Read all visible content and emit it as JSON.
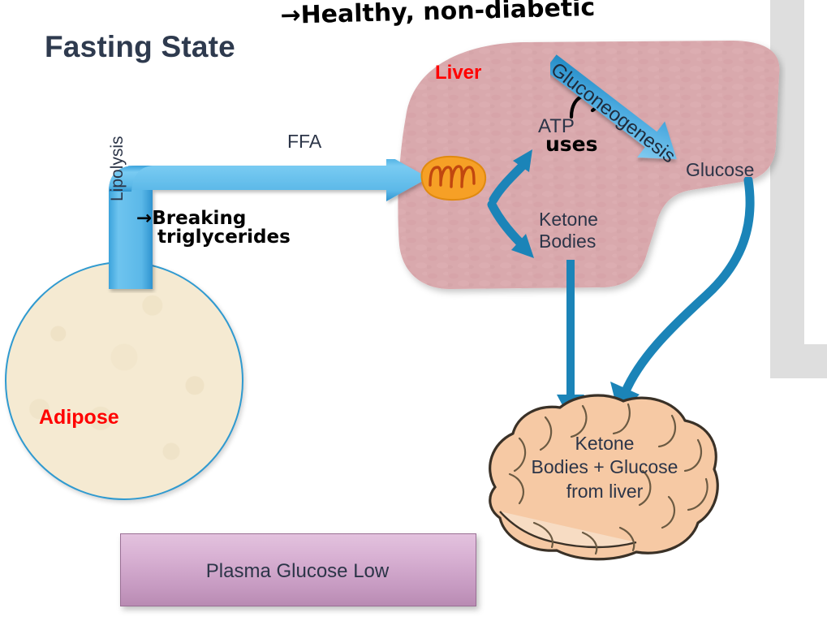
{
  "slide": {
    "title": "Fasting State"
  },
  "annotations": {
    "healthy_note": "→Healthy, non-diabetic",
    "breaking_note_line1": "→Breaking",
    "breaking_note_line2": "triglycerides",
    "atp_note": "uses"
  },
  "organs": {
    "liver_label": "Liver",
    "adipose_label": "Adipose",
    "brain_text_line1": "Ketone",
    "brain_text_line2": "Bodies + Glucose",
    "brain_text_line3": "from liver"
  },
  "metabolites": {
    "ffa": "FFA",
    "atp": "ATP",
    "ketone_line1": "Ketone",
    "ketone_line2": "Bodies",
    "glucose": "Glucose"
  },
  "processes": {
    "lipolysis": "Lipolysis",
    "gluconeogenesis": "Gluconeogenesis"
  },
  "status_box": {
    "text": "Plasma Glucose Low"
  },
  "colors": {
    "title": "#2e3a4e",
    "organ_label_red": "#ff0000",
    "text_navy": "#2c3548",
    "arrow_light_blue": "#5bb8e8",
    "arrow_dark_blue": "#1b84b8",
    "liver_pink": "#d9a9ad",
    "adipose_cream": "#f5ead2",
    "adipose_border": "#2f9ad0",
    "brain_peach": "#f6c9a4",
    "plasma_box_top": "#e3c2de",
    "plasma_box_bottom": "#b98bb3",
    "frame_gray": "#dedede",
    "mitochondrion_orange": "#f6a026"
  }
}
